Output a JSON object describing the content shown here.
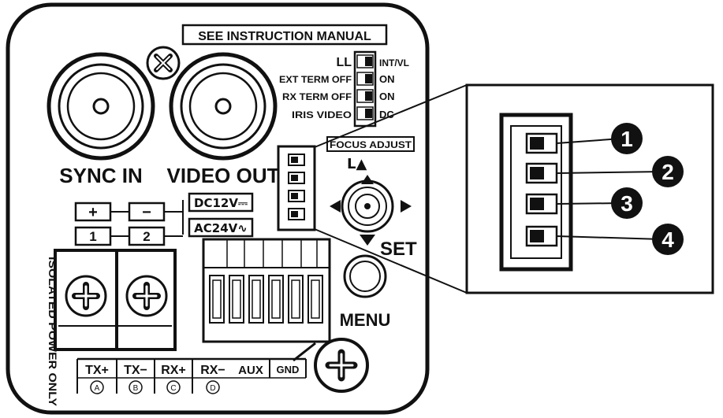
{
  "panel": {
    "notice_label": "SEE INSTRUCTION MANUAL",
    "sync_in_label": "SYNC IN",
    "video_out_label": "VIDEO OUT",
    "switches": [
      {
        "left": "LL",
        "right": "INT/VL"
      },
      {
        "left": "EXT TERM OFF",
        "right": "ON"
      },
      {
        "left": "RX TERM OFF",
        "right": "ON"
      },
      {
        "left": "IRIS VIDEO",
        "right": "DC"
      }
    ],
    "focus_adjust_label": "FOCUS ADJUST",
    "focus_arrow_glyph": "L▲",
    "set_label": "SET",
    "menu_label": "MENU",
    "power": {
      "plus": "+",
      "minus": "−",
      "dc_label": "DC12V⎓",
      "one": "1",
      "two": "2",
      "ac_label": "AC24V∿",
      "isolated_label": "ISOLATED POWER ONLY"
    },
    "terminals": {
      "tx_plus": "TX+",
      "tx_minus": "TX−",
      "rx_plus": "RX+",
      "rx_minus": "RX−",
      "aux": "AUX",
      "gnd": "GND",
      "letters": [
        "A",
        "B",
        "C",
        "D"
      ]
    }
  },
  "callout": {
    "numbers": [
      "1",
      "2",
      "3",
      "4"
    ]
  },
  "colors": {
    "ink": "#111111",
    "background": "#ffffff"
  }
}
